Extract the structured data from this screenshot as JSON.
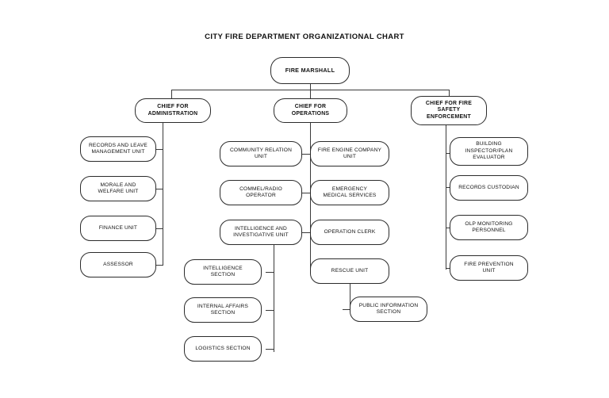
{
  "document": {
    "title": "CITY FIRE DEPARTMENT ORGANIZATIONAL CHART",
    "background_color": "#ffffff",
    "line_color": "#3a3a3a",
    "box_border_color": "#2b2b2b",
    "text_color": "#111111"
  },
  "chart_data": {
    "type": "diagram",
    "diagram_kind": "organizational-chart",
    "title": "CITY FIRE DEPARTMENT ORGANIZATIONAL CHART",
    "orientation": "top-down",
    "nodes": [
      {
        "id": "fire-marshall",
        "label": "FIRE MARSHALL",
        "level": 0
      },
      {
        "id": "chief-administration",
        "label": "CHIEF FOR\nADMINISTRATION",
        "level": 1
      },
      {
        "id": "chief-operations",
        "label": "CHIEF FOR\nOPERATIONS",
        "level": 1
      },
      {
        "id": "chief-fire-safety-enforcement",
        "label": "CHIEF FOR FIRE\nSAFETY\nENFORCEMENT",
        "level": 1
      },
      {
        "id": "records-and-leave-management-unit",
        "label": "RECORDS AND LEAVE\nMANAGEMENT UNIT",
        "level": 2
      },
      {
        "id": "morale-and-welfare-unit",
        "label": "MORALE AND\nWELFARE  UNIT",
        "level": 2
      },
      {
        "id": "finance-unit",
        "label": "FINANCE UNIT",
        "level": 2
      },
      {
        "id": "assessor",
        "label": "ASSESSOR",
        "level": 2
      },
      {
        "id": "community-relation-unit",
        "label": "COMMUNITY RELATION\nUNIT",
        "level": 2
      },
      {
        "id": "commel-radio-operator",
        "label": "COMMEL/RADIO\nOPERATOR",
        "level": 2
      },
      {
        "id": "intelligence-and-investigative-unit",
        "label": "INTELLIGENCE AND\nINVESTIGATIVE UNIT",
        "level": 2
      },
      {
        "id": "fire-engine-company-unit",
        "label": "FIRE ENGINE COMPANY\nUNIT",
        "level": 2
      },
      {
        "id": "emergency-medical-services",
        "label": "EMERGENCY\nMEDICAL SERVICES",
        "level": 2
      },
      {
        "id": "operation-clerk",
        "label": "OPERATION CLERK",
        "level": 2
      },
      {
        "id": "rescue-unit",
        "label": "RESCUE UNIT",
        "level": 2
      },
      {
        "id": "building-inspector-plan-evaluator",
        "label": "BUILDING\nINSPECTOR/PLAN\nEVALUATOR",
        "level": 2
      },
      {
        "id": "records-custodian",
        "label": "RECORDS CUSTODIAN",
        "level": 2
      },
      {
        "id": "olp-monitoring-personnel",
        "label": "OLP MONITORING\nPERSONNEL",
        "level": 2
      },
      {
        "id": "fire-prevention-unit",
        "label": "FIRE PREVENTION\nUNIT",
        "level": 2
      },
      {
        "id": "intelligence-section",
        "label": "INTELLIGENCE\nSECTION",
        "level": 3
      },
      {
        "id": "internal-affairs-section",
        "label": "INTERNAL AFFAIRS\nSECTION",
        "level": 3
      },
      {
        "id": "logistics-section",
        "label": "LOGISTICS SECTION",
        "level": 3
      },
      {
        "id": "public-information-section",
        "label": "PUBLIC INFORMATION\nSECTION",
        "level": 3
      }
    ],
    "edges": [
      {
        "from": "fire-marshall",
        "to": "chief-administration"
      },
      {
        "from": "fire-marshall",
        "to": "chief-operations"
      },
      {
        "from": "fire-marshall",
        "to": "chief-fire-safety-enforcement"
      },
      {
        "from": "chief-administration",
        "to": "records-and-leave-management-unit"
      },
      {
        "from": "chief-administration",
        "to": "morale-and-welfare-unit"
      },
      {
        "from": "chief-administration",
        "to": "finance-unit"
      },
      {
        "from": "chief-administration",
        "to": "assessor"
      },
      {
        "from": "chief-operations",
        "to": "community-relation-unit"
      },
      {
        "from": "chief-operations",
        "to": "commel-radio-operator"
      },
      {
        "from": "chief-operations",
        "to": "intelligence-and-investigative-unit"
      },
      {
        "from": "chief-operations",
        "to": "fire-engine-company-unit"
      },
      {
        "from": "chief-operations",
        "to": "emergency-medical-services"
      },
      {
        "from": "chief-operations",
        "to": "operation-clerk"
      },
      {
        "from": "chief-operations",
        "to": "rescue-unit"
      },
      {
        "from": "chief-fire-safety-enforcement",
        "to": "building-inspector-plan-evaluator"
      },
      {
        "from": "chief-fire-safety-enforcement",
        "to": "records-custodian"
      },
      {
        "from": "chief-fire-safety-enforcement",
        "to": "olp-monitoring-personnel"
      },
      {
        "from": "chief-fire-safety-enforcement",
        "to": "fire-prevention-unit"
      },
      {
        "from": "intelligence-and-investigative-unit",
        "to": "intelligence-section"
      },
      {
        "from": "intelligence-and-investigative-unit",
        "to": "internal-affairs-section"
      },
      {
        "from": "intelligence-and-investigative-unit",
        "to": "logistics-section"
      },
      {
        "from": "rescue-unit",
        "to": "public-information-section"
      }
    ]
  }
}
